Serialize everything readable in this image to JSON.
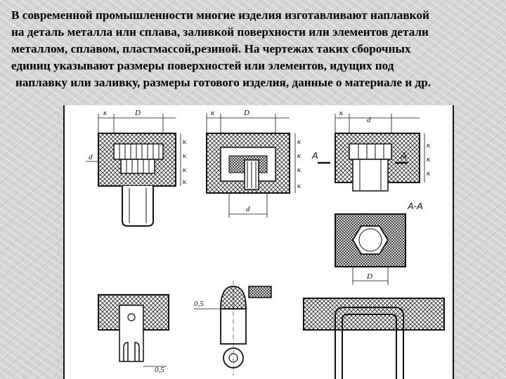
{
  "paragraph": {
    "line1": "В современной промышленности многие изделия изготавливают  наплавкой",
    "line2": "на деталь металла или сплава, заливкой поверхности или элементов детали",
    "line3": "металлом, сплавом, пластмассой,резиной. На чертежах таких сборочных",
    "line4": "единиц указывают размеры поверхностей или элементов, идущих под",
    "line5": " наплавку или заливку, размеры готового изделия, данные о материале  и др."
  },
  "drawing_labels": {
    "k": "к",
    "D": "D",
    "d": "d",
    "A": "А",
    "section": "А-А",
    "dim_05": "0,5"
  },
  "colors": {
    "ink": "#111111",
    "background": "#d4d4d4"
  }
}
